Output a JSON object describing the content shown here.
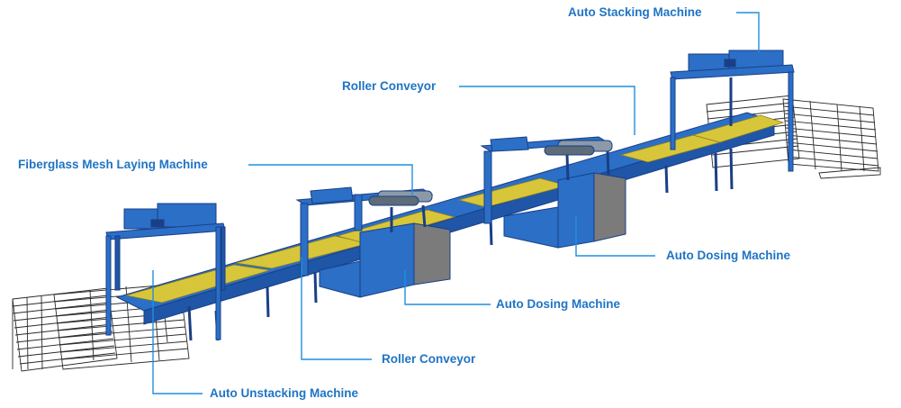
{
  "colors": {
    "label_text": "#1f74c4",
    "leader_line": "#1f8fe0",
    "frame_blue": "#2b6fc7",
    "frame_dark": "#1a3f86",
    "belt_yellow": "#d8c63a",
    "cabinet_gray": "#7b7b7b",
    "rack_lines": "#2a2a2a"
  },
  "labels": {
    "auto_stacking": "Auto Stacking Machine",
    "roller_conveyor_top": "Roller Conveyor",
    "fiberglass_mesh": "Fiberglass Mesh Laying Machine",
    "auto_dosing_right": "Auto Dosing Machine",
    "auto_dosing_center": "Auto Dosing Machine",
    "roller_conveyor_bottom": "Roller Conveyor",
    "auto_unstacking": "Auto Unstacking Machine"
  }
}
